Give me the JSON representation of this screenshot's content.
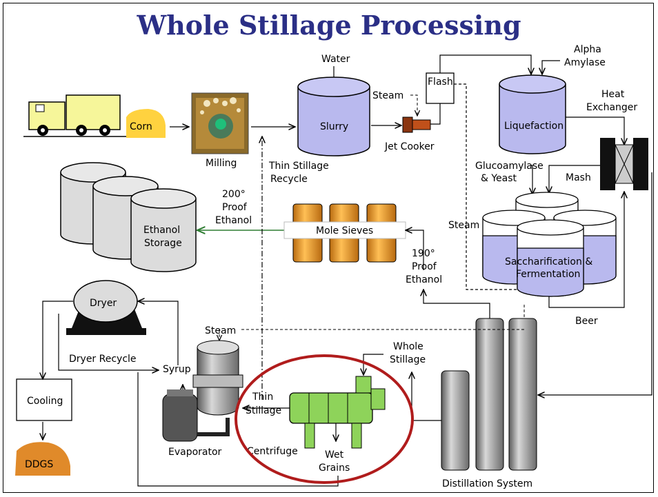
{
  "title": "Whole Stillage Processing",
  "labels": {
    "corn": "Corn",
    "milling": "Milling",
    "water": "Water",
    "slurry": "Slurry",
    "steam_jet": "Steam",
    "jet_cooker": "Jet Cooker",
    "flash": "Flash",
    "alpha": "Alpha",
    "amylase": "Amylase",
    "liquefaction": "Liquefaction",
    "heat": "Heat",
    "exchanger": "Exchanger",
    "thin_stillage_recycle_1": "Thin Stillage",
    "thin_stillage_recycle_2": "Recycle",
    "glucoamylase_1": "Glucoamylase",
    "glucoamylase_2": "& Yeast",
    "mash": "Mash",
    "proof200_1": "200°",
    "proof200_2": "Proof",
    "proof200_3": "Ethanol",
    "ethanol_storage_1": "Ethanol",
    "ethanol_storage_2": "Storage",
    "mole_sieves": "Mole Sieves",
    "steam_ferm": "Steam",
    "sacch_1": "Saccharification &",
    "sacch_2": "Fermentation",
    "proof190_1": "190°",
    "proof190_2": "Proof",
    "proof190_3": "Ethanol",
    "dryer": "Dryer",
    "beer": "Beer",
    "steam_evap": "Steam",
    "whole_1": "Whole",
    "whole_2": "Stillage",
    "dryer_recycle": "Dryer Recycle",
    "syrup": "Syrup",
    "thin_1": "Thin",
    "thin_2": "Stillage",
    "cooling": "Cooling",
    "evaporator": "Evaporator",
    "centrifuge": "Centrifuge",
    "wet_1": "Wet",
    "wet_2": "Grains",
    "ddgs": "DDGS",
    "distillation": "Distillation System"
  },
  "colors": {
    "title": "#2b2f86",
    "vessel": "#b9b9ee",
    "truck": "#f6f69a",
    "corn": "#ffd23f",
    "sieve": "#f0a030",
    "centrifuge": "#8ed35a",
    "ddgs": "#e08a2a",
    "highlight_ring": "#b01c1c"
  }
}
